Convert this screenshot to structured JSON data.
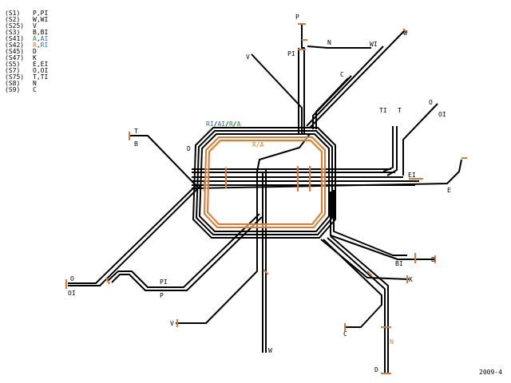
{
  "legend": [
    {
      "code": "(S1)",
      "parts": [
        {
          "text": "P,PI",
          "color": "#000000"
        }
      ]
    },
    {
      "code": "(S2)",
      "parts": [
        {
          "text": "W,WI",
          "color": "#000000"
        }
      ]
    },
    {
      "code": "(S25)",
      "parts": [
        {
          "text": "V",
          "color": "#000000"
        }
      ]
    },
    {
      "code": "(S3)",
      "parts": [
        {
          "text": "B,BI",
          "color": "#000000"
        }
      ]
    },
    {
      "code": "(S41)",
      "parts": [
        {
          "text": "A",
          "color": "#1a9a1a"
        },
        {
          "text": ",",
          "color": "#000000"
        },
        {
          "text": "AI",
          "color": "#1f6fc8"
        }
      ]
    },
    {
      "code": "(S42)",
      "parts": [
        {
          "text": "R",
          "color": "#e8762a"
        },
        {
          "text": ",",
          "color": "#000000"
        },
        {
          "text": "RI",
          "color": "#1f6fc8"
        }
      ]
    },
    {
      "code": "(S45)",
      "parts": [
        {
          "text": "D",
          "color": "#000000"
        }
      ]
    },
    {
      "code": "(S47)",
      "parts": [
        {
          "text": "K",
          "color": "#000000"
        }
      ]
    },
    {
      "code": "(S5)",
      "parts": [
        {
          "text": "E,EI",
          "color": "#000000"
        }
      ]
    },
    {
      "code": "(S7)",
      "parts": [
        {
          "text": "O,OI",
          "color": "#000000"
        }
      ]
    },
    {
      "code": "(S75)",
      "parts": [
        {
          "text": "T,TI",
          "color": "#000000"
        }
      ]
    },
    {
      "code": "(S8)",
      "parts": [
        {
          "text": "N",
          "color": "#000000"
        }
      ]
    },
    {
      "code": "(S9)",
      "parts": [
        {
          "text": "C",
          "color": "#000000"
        }
      ]
    }
  ],
  "ring_labels": {
    "ri": "RI",
    "slash1": "/",
    "ai": "AI",
    "slash2": "/",
    "r": "R",
    "slash3": "/",
    "a": "A",
    "inner": "R/A"
  },
  "terminals": {
    "P": "P",
    "PI": "PI",
    "N": "N",
    "WI": "WI",
    "W": "W",
    "V": "V",
    "C": "C",
    "TI": "TI",
    "T": "T",
    "O": "O",
    "OI": "OI",
    "T_w": "T",
    "B_w": "B",
    "D": "D",
    "EI": "EI",
    "E": "E",
    "BI": "BI",
    "B": "B",
    "K": "K",
    "O_w": "O",
    "OI_w": "OI",
    "PI_s": "PI",
    "P_s": "P",
    "V_s": "V",
    "C_s": "C",
    "N_s": "N",
    "D_s": "D",
    "W_s": "W"
  },
  "stamp": "2009-4",
  "colors": {
    "line": "#000000",
    "ring_orange": "#e8762a",
    "blue": "#1f6fc8",
    "green": "#1a9a1a"
  }
}
